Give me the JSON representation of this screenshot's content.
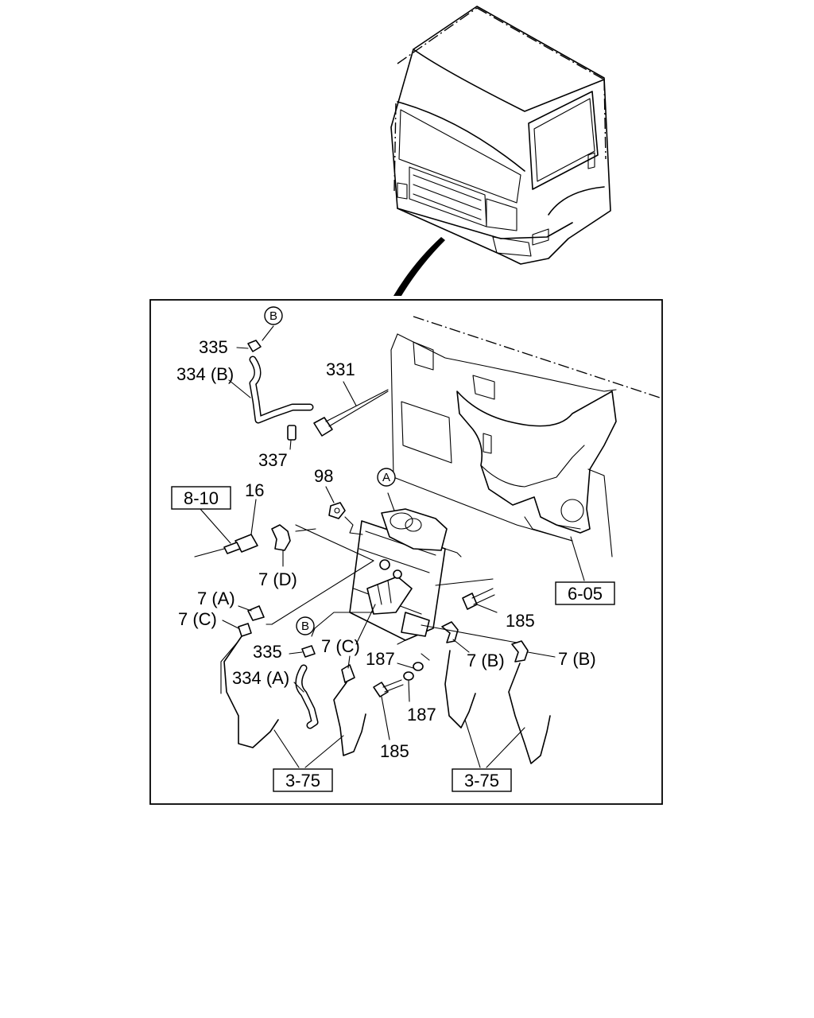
{
  "labels": {
    "l335_top": "335",
    "l334b": "334 (B)",
    "l331": "331",
    "l337": "337",
    "l98": "98",
    "l16": "16",
    "l7d": "7 (D)",
    "l7a": "7 (A)",
    "l7c_left": "7 (C)",
    "l335_mid": "335",
    "l334a": "334 (A)",
    "l7c_mid": "7 (C)",
    "l187_top": "187",
    "l187_bot": "187",
    "l185_bot": "185",
    "l185_right": "185",
    "l7b_mid": "7 (B)",
    "l7b_right": "7 (B)"
  },
  "circled": {
    "b_top": "B",
    "b_mid": "B",
    "a": "A"
  },
  "refs": {
    "r8_10": "8-10",
    "r6_05": "6-05",
    "r3_75_left": "3-75",
    "r3_75_right": "3-75"
  }
}
